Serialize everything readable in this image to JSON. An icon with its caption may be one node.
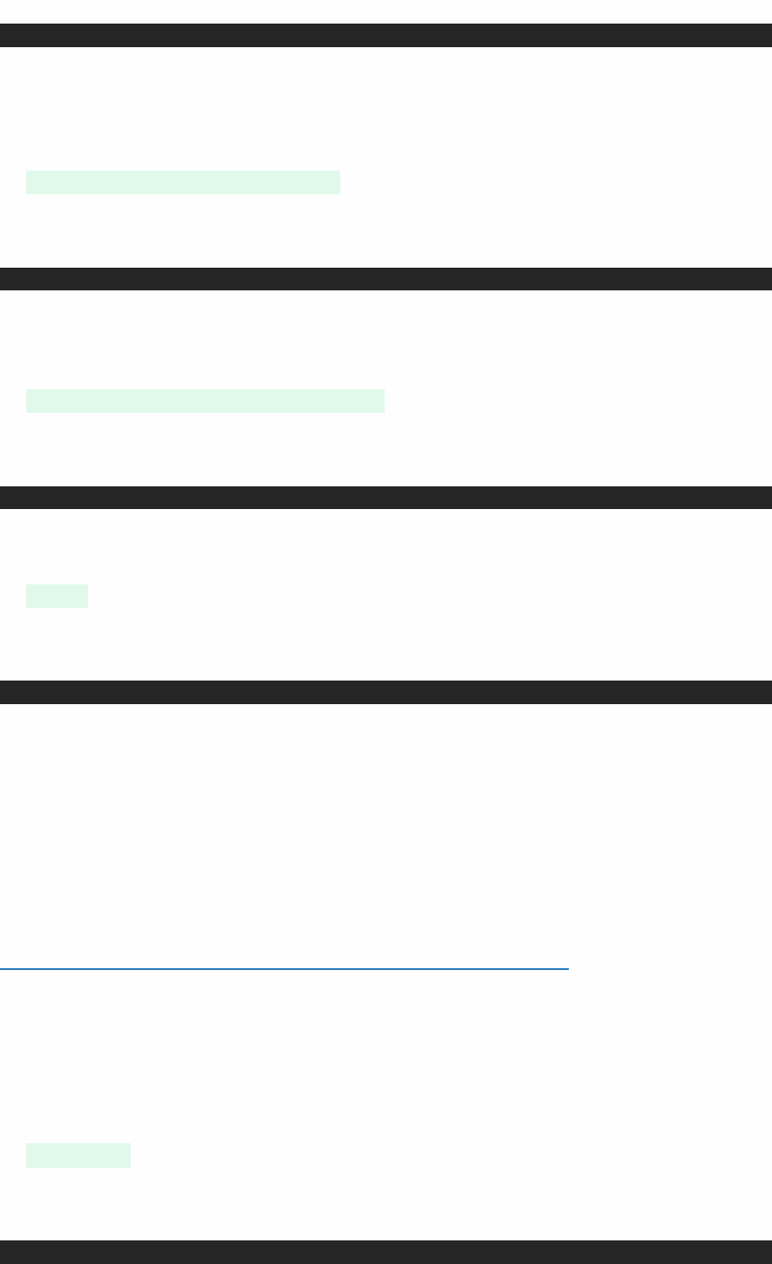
{
  "diagram": {
    "nodes": [
      {
        "text": [],
        "shape": "bar"
      },
      {
        "text": [],
        "shape": "box"
      },
      {
        "text": [],
        "shape": "bar"
      },
      {
        "text": [],
        "shape": "box"
      },
      {
        "text": [],
        "shape": "bar"
      },
      {
        "text": [],
        "shape": "box"
      },
      {
        "text": [],
        "shape": "bar"
      },
      {
        "text": [],
        "shape": "box"
      },
      {
        "text": [],
        "shape": "bar"
      }
    ]
  }
}
